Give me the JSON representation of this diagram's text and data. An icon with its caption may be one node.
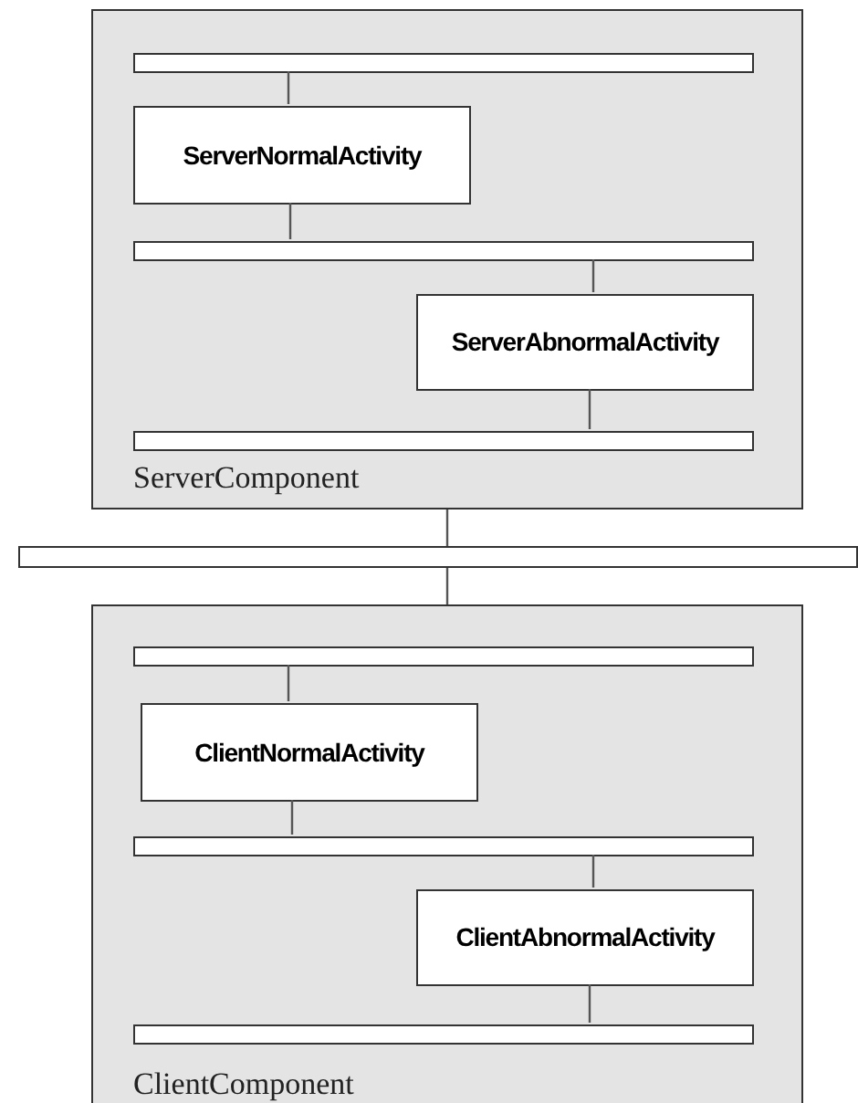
{
  "diagram": {
    "nodes": [
      {
        "text": [
          "ServerComponent"
        ]
      },
      {
        "text": [],
        "shape": "bar",
        "in": 0
      },
      {
        "text": [
          "ServerNormalActivity"
        ],
        "in": 0
      },
      {
        "text": [],
        "shape": "bar",
        "in": 0
      },
      {
        "text": [
          "ServerAbnormalActivity"
        ],
        "in": 0
      },
      {
        "text": [],
        "shape": "bar",
        "in": 0
      },
      {
        "text": [],
        "shape": "bar"
      },
      {
        "text": [
          "ClientComponent"
        ]
      },
      {
        "text": [],
        "shape": "bar",
        "in": 7
      },
      {
        "text": [
          "ClientNormalActivity"
        ],
        "in": 7
      },
      {
        "text": [],
        "shape": "bar",
        "in": 7
      },
      {
        "text": [
          "ClientAbnormalActivity"
        ],
        "in": 7
      },
      {
        "text": [],
        "shape": "bar",
        "in": 7
      }
    ],
    "edges": [
      {
        "from": 1,
        "to": 2,
        "arrow": "none"
      },
      {
        "from": 2,
        "to": 3,
        "arrow": "none"
      },
      {
        "from": 3,
        "to": 4,
        "arrow": "none"
      },
      {
        "from": 4,
        "to": 5,
        "arrow": "none"
      },
      {
        "from": 0,
        "to": 6,
        "arrow": "none"
      },
      {
        "from": 6,
        "to": 7,
        "arrow": "none"
      },
      {
        "from": 8,
        "to": 9,
        "arrow": "none"
      },
      {
        "from": 9,
        "to": 10,
        "arrow": "none"
      },
      {
        "from": 10,
        "to": 11,
        "arrow": "none"
      },
      {
        "from": 11,
        "to": 12,
        "arrow": "none"
      }
    ]
  }
}
